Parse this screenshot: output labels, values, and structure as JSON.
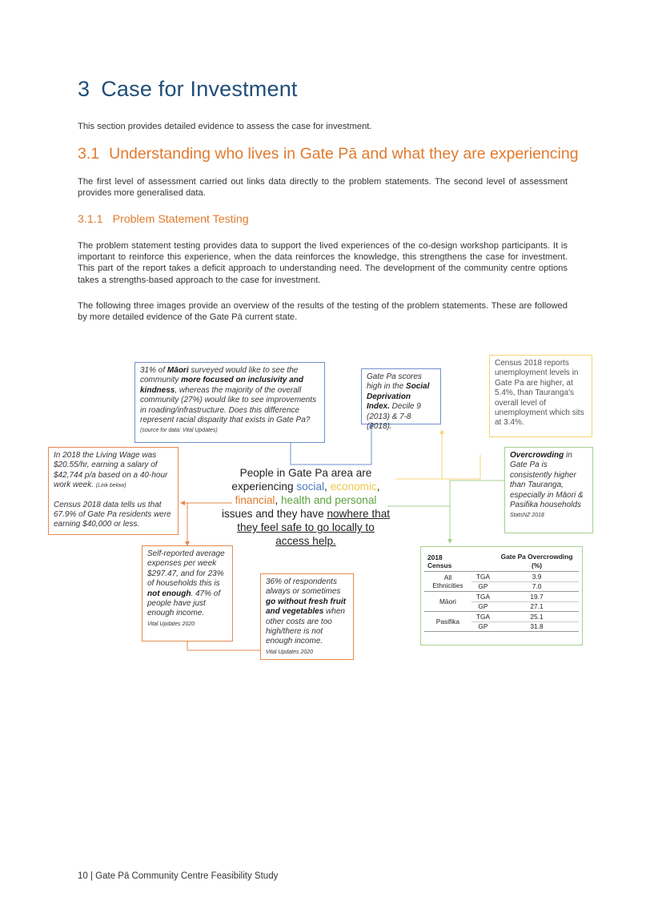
{
  "heading1": {
    "number": "3",
    "title": "Case for Investment"
  },
  "intro": "This section provides detailed evidence to assess the case for investment.",
  "heading2": {
    "number": "3.1",
    "title": "Understanding who lives in Gate Pā and what they are experiencing"
  },
  "para_levels": "The first level of assessment carried out links data directly to the problem statements. The second level of assessment provides more generalised data.",
  "heading3": {
    "number": "3.1.1",
    "title": "Problem Statement Testing"
  },
  "para_testing": "The problem statement testing provides data to support the lived experiences of the co-design workshop participants. It is important to reinforce this experience, when the data reinforces the knowledge, this strengthens the case for investment. This part of the report takes a deficit approach to understanding need. The development of the community centre options takes a strengths-based approach to the case for investment.",
  "para_images": "The following three images provide an overview of the results of the testing of the problem statements. These are followed by more detailed evidence of the Gate Pā current state.",
  "diagram": {
    "maori_box": {
      "t1": "31% of ",
      "b1": "Māori",
      "t2": " surveyed would like to see the community ",
      "b2": "more focused on inclusivity and kindness",
      "t3": ", whereas the majority of the overall community (27%) would like to see improvements in roading/infrastructure. Does this difference represent racial disparity that exists in Gate Pa? ",
      "src": "(source for data: Vital Updates)"
    },
    "deprivation_box": {
      "t1": "Gate Pa scores high in the ",
      "b1": "Social Deprivation Index.",
      "t2": " Decile 9 (2013) & 7-8 (2018)."
    },
    "unemployment_box": "Census 2018 reports unemployment levels in Gate Pa are higher, at 5.4%, than Tauranga's overall level of unemployment which sits at 3.4%.",
    "living_wage_box": {
      "t1": "In 2018 the Living Wage was $20.55/hr, earning a salary of $42,744 p/a based on a 40-hour work week. ",
      "link": "(Link below)",
      "t2": "Census 2018 data tells us that 67.9% of Gate Pa residents were earning $40,000 or less."
    },
    "overcrowding_box": {
      "b1": "Overcrowding",
      "t1": " in Gate Pa is consistently higher than Tauranga, especially in Māori & Pasifika households",
      "src": "StatsNZ 2018"
    },
    "center": {
      "l1": "People in Gate Pa area are",
      "l2a": "experiencing ",
      "social": "social",
      "comma1": ", ",
      "economic": "economic",
      "comma2": ",",
      "financial": "financial",
      "comma3": ", ",
      "health": "health and personal",
      "l4": "issues and they have ",
      "u1": "nowhere that",
      "u2": "they feel safe to go locally to",
      "u3": "access help."
    },
    "expenses_box": {
      "t1": "Self-reported average expenses per week $297.47, and for 23% of households this is ",
      "b1": "not enough",
      "t2": ". 47% of people have just enough income.",
      "src": "Vital Updates 2020"
    },
    "food_box": {
      "t1": "36% of respondents always or sometimes ",
      "b1": "go without fresh fruit and vegetables",
      "t2": " when other costs are too high/there is not enough income.",
      "src": "Vital Updates 2020"
    },
    "census_table": {
      "col1": "2018 Census",
      "col2": "Gate Pa Overcrowding (%)",
      "rows": [
        {
          "group": "All Ethnicities",
          "area": "TGA",
          "value": "3.9"
        },
        {
          "group": "",
          "area": "GP",
          "value": "7.0"
        },
        {
          "group": "Māori",
          "area": "TGA",
          "value": "19.7"
        },
        {
          "group": "",
          "area": "GP",
          "value": "27.1"
        },
        {
          "group": "Pasifika",
          "area": "TGA",
          "value": "25.1"
        },
        {
          "group": "",
          "area": "GP",
          "value": "31.8"
        }
      ]
    }
  },
  "footer": "10 | Gate Pā Community Centre Feasibility Study",
  "colors": {
    "heading_blue": "#1f4e79",
    "heading_orange": "#e07a2e",
    "box_blue": "#6f8fcf",
    "box_orange": "#e58a4e",
    "box_yellow": "#f4d675",
    "box_green": "#a6d08f"
  }
}
